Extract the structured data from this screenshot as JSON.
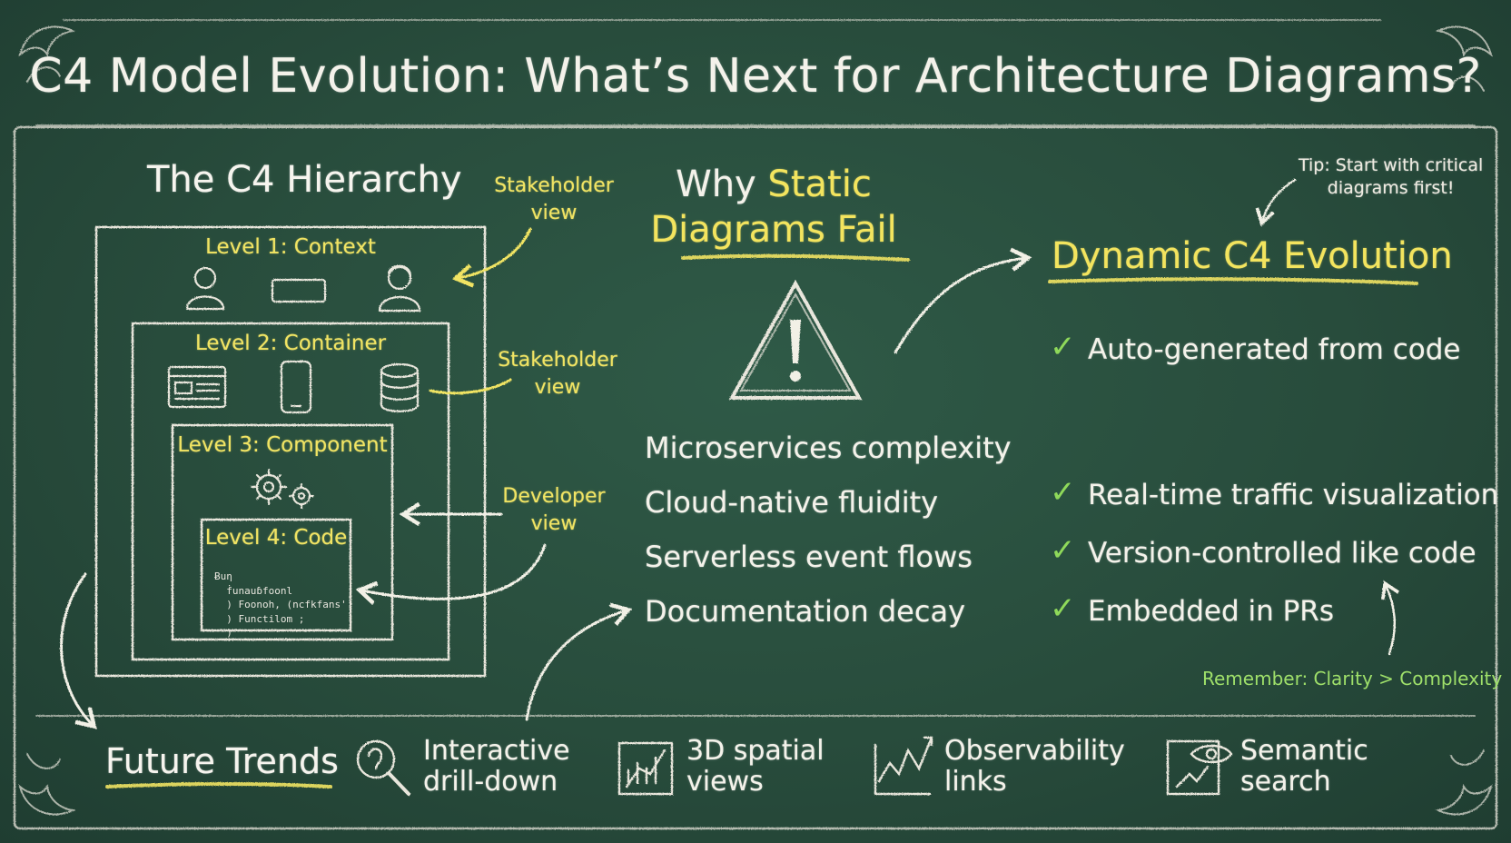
{
  "title": "C4 Model Evolution: What’s Next for Architecture Diagrams?",
  "hierarchy": {
    "heading": "The C4 Hierarchy",
    "levels": [
      {
        "label": "Level 1: Context"
      },
      {
        "label": "Level 2: Container"
      },
      {
        "label": "Level 3: Component"
      },
      {
        "label": "Level 4: Code"
      }
    ],
    "code_snippet": [
      "Ƀuη",
      "  ḟunauɓfoonl",
      "  ) Foonoh, (ncfkfans'",
      "  ) Functilom ;",
      "  )"
    ],
    "annotations": [
      {
        "line1": "Stakeholder",
        "line2": "view"
      },
      {
        "line1": "Stakeholder",
        "line2": "view"
      },
      {
        "line1": "Developer",
        "line2": "view"
      }
    ]
  },
  "why_static": {
    "heading_plain": "Why ",
    "heading_highlight_1": "Static",
    "heading_highlight_2": "Diagrams Fail",
    "problems": [
      "Microservices complexity",
      "Cloud-native fluidity",
      "Serverless event flows",
      "Documentation decay"
    ]
  },
  "dynamic": {
    "heading": "Dynamic C4 Evolution",
    "tip_line1": "Tip: Start with critical",
    "tip_line2": "diagrams first!",
    "benefits": [
      "Auto-generated from code",
      "Real-time traffic visualization",
      "Version-controlled like code",
      "Embedded in PRs"
    ],
    "remember": "Remember: Clarity > Complexity"
  },
  "future_trends": {
    "heading": "Future Trends",
    "items": [
      {
        "line1": "Interactive",
        "line2": "drill-down",
        "icon": "magnifier-icon"
      },
      {
        "line1": "3D spatial",
        "line2": "views",
        "icon": "3d-chart-icon"
      },
      {
        "line1": "Observability",
        "line2": "links",
        "icon": "line-chart-icon"
      },
      {
        "line1": "Semantic",
        "line2": "search",
        "icon": "eye-search-icon"
      }
    ]
  },
  "colors": {
    "board": "#274a3a",
    "chalk_white": "#f2f0e6",
    "chalk_yellow": "#f1e463",
    "check_green": "#8fd95a"
  }
}
